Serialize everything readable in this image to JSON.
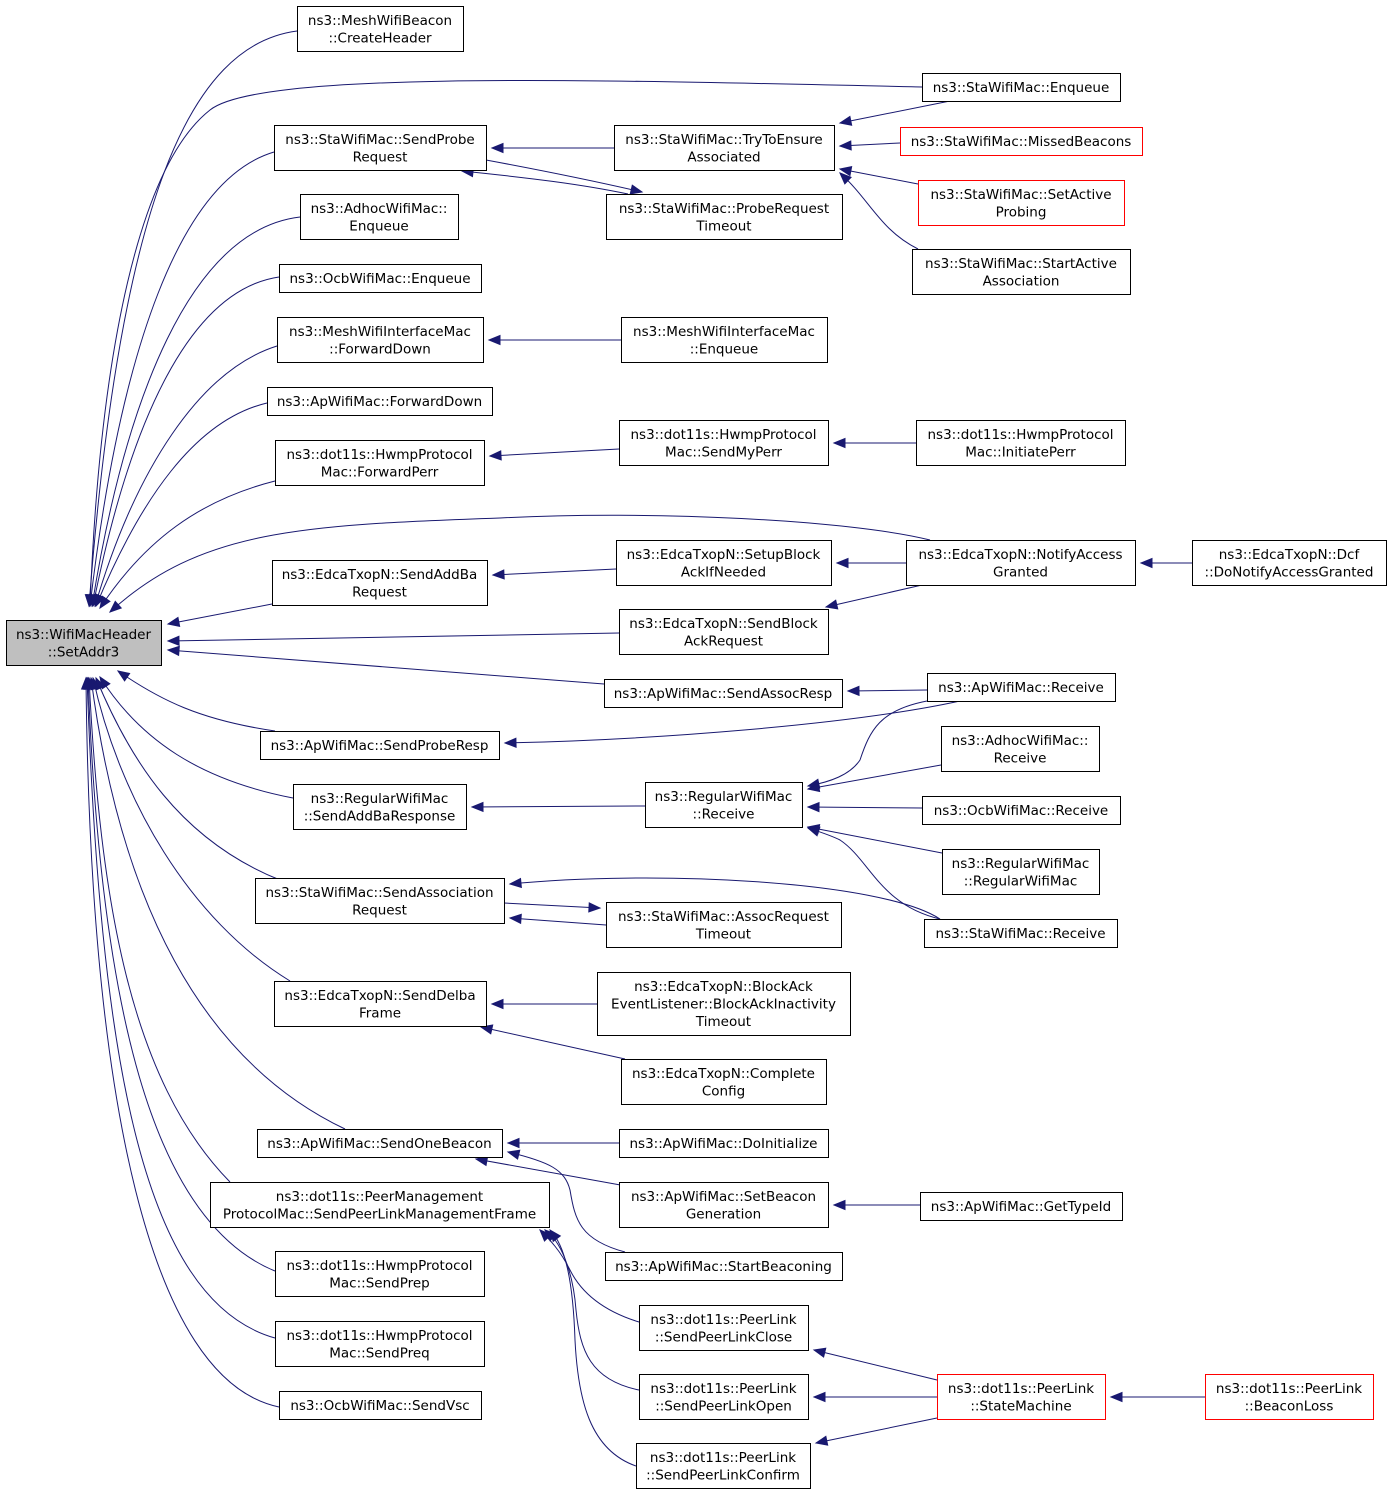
{
  "colors": {
    "edge": "#191970",
    "root_fill": "#bfbfbf",
    "box_border": "#000000",
    "truncated_border": "#ff0000"
  },
  "nodes": [
    {
      "id": "root",
      "lines": [
        "ns3::WifiMacHeader",
        "::SetAddr3"
      ],
      "style": "root"
    },
    {
      "id": "n1",
      "lines": [
        "ns3::MeshWifiBeacon",
        "::CreateHeader"
      ]
    },
    {
      "id": "n2",
      "lines": [
        "ns3::StaWifiMac::Enqueue"
      ]
    },
    {
      "id": "n3",
      "lines": [
        "ns3::StaWifiMac::SendProbe",
        "Request"
      ]
    },
    {
      "id": "n4",
      "lines": [
        "ns3::StaWifiMac::TryToEnsure",
        "Associated"
      ]
    },
    {
      "id": "n5",
      "lines": [
        "ns3::StaWifiMac::MissedBeacons"
      ],
      "style": "red"
    },
    {
      "id": "n6",
      "lines": [
        "ns3::StaWifiMac::SetActive",
        "Probing"
      ],
      "style": "red"
    },
    {
      "id": "n7",
      "lines": [
        "ns3::AdhocWifiMac::",
        "Enqueue"
      ]
    },
    {
      "id": "n8",
      "lines": [
        "ns3::StaWifiMac::ProbeRequest",
        "Timeout"
      ]
    },
    {
      "id": "n9",
      "lines": [
        "ns3::StaWifiMac::StartActive",
        "Association"
      ]
    },
    {
      "id": "n10",
      "lines": [
        "ns3::OcbWifiMac::Enqueue"
      ]
    },
    {
      "id": "n11",
      "lines": [
        "ns3::MeshWifiInterfaceMac",
        "::ForwardDown"
      ]
    },
    {
      "id": "n12",
      "lines": [
        "ns3::MeshWifiInterfaceMac",
        "::Enqueue"
      ]
    },
    {
      "id": "n13",
      "lines": [
        "ns3::ApWifiMac::ForwardDown"
      ]
    },
    {
      "id": "n14",
      "lines": [
        "ns3::dot11s::HwmpProtocol",
        "Mac::ForwardPerr"
      ]
    },
    {
      "id": "n15",
      "lines": [
        "ns3::dot11s::HwmpProtocol",
        "Mac::SendMyPerr"
      ]
    },
    {
      "id": "n16",
      "lines": [
        "ns3::dot11s::HwmpProtocol",
        "Mac::InitiatePerr"
      ]
    },
    {
      "id": "n17",
      "lines": [
        "ns3::EdcaTxopN::SetupBlock",
        "AckIfNeeded"
      ]
    },
    {
      "id": "n18",
      "lines": [
        "ns3::EdcaTxopN::NotifyAccess",
        "Granted"
      ]
    },
    {
      "id": "n19",
      "lines": [
        "ns3::EdcaTxopN::Dcf",
        "::DoNotifyAccessGranted"
      ]
    },
    {
      "id": "n20",
      "lines": [
        "ns3::EdcaTxopN::SendAddBa",
        "Request"
      ]
    },
    {
      "id": "n21",
      "lines": [
        "ns3::EdcaTxopN::SendBlock",
        "AckRequest"
      ]
    },
    {
      "id": "n22",
      "lines": [
        "ns3::ApWifiMac::SendAssocResp"
      ]
    },
    {
      "id": "n23",
      "lines": [
        "ns3::ApWifiMac::Receive"
      ]
    },
    {
      "id": "n24",
      "lines": [
        "ns3::AdhocWifiMac::",
        "Receive"
      ]
    },
    {
      "id": "n25",
      "lines": [
        "ns3::ApWifiMac::SendProbeResp"
      ]
    },
    {
      "id": "n26",
      "lines": [
        "ns3::RegularWifiMac",
        "::Receive"
      ]
    },
    {
      "id": "n27",
      "lines": [
        "ns3::RegularWifiMac",
        "::SendAddBaResponse"
      ]
    },
    {
      "id": "n28",
      "lines": [
        "ns3::OcbWifiMac::Receive"
      ]
    },
    {
      "id": "n29",
      "lines": [
        "ns3::RegularWifiMac",
        "::RegularWifiMac"
      ]
    },
    {
      "id": "n30",
      "lines": [
        "ns3::StaWifiMac::SendAssociation",
        "Request"
      ]
    },
    {
      "id": "n31",
      "lines": [
        "ns3::StaWifiMac::AssocRequest",
        "Timeout"
      ]
    },
    {
      "id": "n32",
      "lines": [
        "ns3::StaWifiMac::Receive"
      ]
    },
    {
      "id": "n33",
      "lines": [
        "ns3::EdcaTxopN::BlockAck",
        "EventListener::BlockAckInactivity",
        "Timeout"
      ]
    },
    {
      "id": "n34",
      "lines": [
        "ns3::EdcaTxopN::SendDelba",
        "Frame"
      ]
    },
    {
      "id": "n35",
      "lines": [
        "ns3::EdcaTxopN::Complete",
        "Config"
      ]
    },
    {
      "id": "n36",
      "lines": [
        "ns3::ApWifiMac::SendOneBeacon"
      ]
    },
    {
      "id": "n37",
      "lines": [
        "ns3::ApWifiMac::DoInitialize"
      ]
    },
    {
      "id": "n38",
      "lines": [
        "ns3::dot11s::PeerManagement",
        "ProtocolMac::SendPeerLinkManagementFrame"
      ]
    },
    {
      "id": "n39",
      "lines": [
        "ns3::ApWifiMac::SetBeacon",
        "Generation"
      ]
    },
    {
      "id": "n40",
      "lines": [
        "ns3::ApWifiMac::GetTypeId"
      ]
    },
    {
      "id": "n41",
      "lines": [
        "ns3::ApWifiMac::StartBeaconing"
      ]
    },
    {
      "id": "n42",
      "lines": [
        "ns3::dot11s::HwmpProtocol",
        "Mac::SendPrep"
      ]
    },
    {
      "id": "n43",
      "lines": [
        "ns3::dot11s::PeerLink",
        "::SendPeerLinkClose"
      ]
    },
    {
      "id": "n44",
      "lines": [
        "ns3::dot11s::HwmpProtocol",
        "Mac::SendPreq"
      ]
    },
    {
      "id": "n45",
      "lines": [
        "ns3::dot11s::PeerLink",
        "::SendPeerLinkOpen"
      ]
    },
    {
      "id": "n46",
      "lines": [
        "ns3::dot11s::PeerLink",
        "::StateMachine"
      ],
      "style": "red"
    },
    {
      "id": "n47",
      "lines": [
        "ns3::dot11s::PeerLink",
        "::BeaconLoss"
      ],
      "style": "red"
    },
    {
      "id": "n48",
      "lines": [
        "ns3::OcbWifiMac::SendVsc"
      ]
    },
    {
      "id": "n49",
      "lines": [
        "ns3::dot11s::PeerLink",
        "::SendPeerLinkConfirm"
      ]
    }
  ],
  "edges": [
    [
      "n1",
      "root"
    ],
    [
      "n2",
      "root"
    ],
    [
      "n3",
      "root"
    ],
    [
      "n7",
      "root"
    ],
    [
      "n10",
      "root"
    ],
    [
      "n11",
      "root"
    ],
    [
      "n13",
      "root"
    ],
    [
      "n14",
      "root"
    ],
    [
      "n18",
      "root"
    ],
    [
      "n20",
      "root"
    ],
    [
      "n21",
      "root"
    ],
    [
      "n22",
      "root"
    ],
    [
      "n25",
      "root"
    ],
    [
      "n27",
      "root"
    ],
    [
      "n30",
      "root"
    ],
    [
      "n34",
      "root"
    ],
    [
      "n36",
      "root"
    ],
    [
      "n38",
      "root"
    ],
    [
      "n42",
      "root"
    ],
    [
      "n44",
      "root"
    ],
    [
      "n48",
      "root"
    ],
    [
      "n2",
      "n4"
    ],
    [
      "n5",
      "n4"
    ],
    [
      "n6",
      "n4"
    ],
    [
      "n9",
      "n4"
    ],
    [
      "n4",
      "n3"
    ],
    [
      "n8",
      "n3"
    ],
    [
      "n3",
      "n8"
    ],
    [
      "n12",
      "n11"
    ],
    [
      "n15",
      "n14"
    ],
    [
      "n16",
      "n15"
    ],
    [
      "n17",
      "n20"
    ],
    [
      "n18",
      "n17"
    ],
    [
      "n18",
      "n21"
    ],
    [
      "n19",
      "n18"
    ],
    [
      "n23",
      "n22"
    ],
    [
      "n23",
      "n25"
    ],
    [
      "n23",
      "n26"
    ],
    [
      "n24",
      "n26"
    ],
    [
      "n28",
      "n26"
    ],
    [
      "n29",
      "n26"
    ],
    [
      "n32",
      "n26"
    ],
    [
      "n26",
      "n27"
    ],
    [
      "n32",
      "n30"
    ],
    [
      "n31",
      "n30"
    ],
    [
      "n30",
      "n31"
    ],
    [
      "n33",
      "n34"
    ],
    [
      "n35",
      "n34"
    ],
    [
      "n37",
      "n36"
    ],
    [
      "n39",
      "n36"
    ],
    [
      "n41",
      "n36"
    ],
    [
      "n40",
      "n39"
    ],
    [
      "n43",
      "n38"
    ],
    [
      "n45",
      "n38"
    ],
    [
      "n49",
      "n38"
    ],
    [
      "n46",
      "n43"
    ],
    [
      "n46",
      "n45"
    ],
    [
      "n46",
      "n49"
    ],
    [
      "n47",
      "n46"
    ]
  ]
}
